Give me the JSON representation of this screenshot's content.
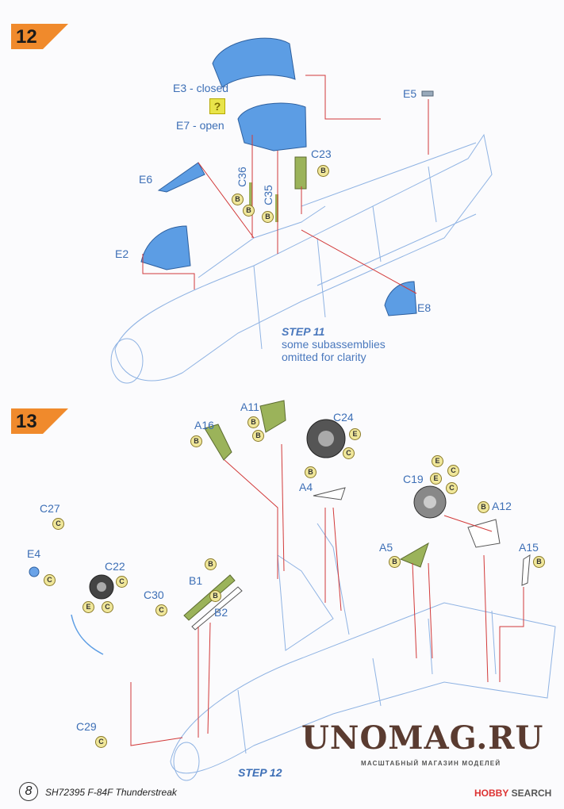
{
  "steps": [
    {
      "number": "12",
      "accent": "#f08a2c"
    },
    {
      "number": "13",
      "accent": "#f08a2c"
    }
  ],
  "step12": {
    "parts": {
      "e3": "E3 - closed",
      "e7": "E7 - open",
      "question": "?",
      "e5": "E5",
      "c23": "C23",
      "c36": "C36",
      "c35": "C35",
      "e6": "E6",
      "e2": "E2",
      "e8": "E8"
    },
    "note_title": "STEP 11",
    "note_line1": "some subassemblies",
    "note_line2": "omitted for clarity",
    "badges": [
      "B",
      "B",
      "B",
      "B"
    ]
  },
  "step13": {
    "parts": {
      "a11": "A11",
      "a16": "A16",
      "c24": "C24",
      "a4": "A4",
      "c19": "C19",
      "a12": "A12",
      "a5": "A5",
      "a15": "A15",
      "c27": "C27",
      "e4": "E4",
      "c22": "C22",
      "c30": "C30",
      "b1": "B1",
      "b2": "B2",
      "c29": "C29"
    },
    "badges": [
      "B",
      "B",
      "B",
      "E",
      "C",
      "E",
      "C",
      "B",
      "E",
      "C",
      "B",
      "B",
      "B",
      "C",
      "C",
      "C",
      "E",
      "C",
      "C",
      "B",
      "B",
      "C"
    ],
    "step_label": "STEP 12"
  },
  "footer": {
    "page": "8",
    "title": "SH72395  F-84F Thunderstreak",
    "brand_prefix": "HOBBY",
    "brand_suffix": " SEARCH"
  },
  "watermark": {
    "title": "UNOMAG.RU",
    "subtitle": "МАСШТАБНЫЙ МАГАЗИН МОДЕЛЕЙ"
  },
  "colors": {
    "line": "#6f9bd6",
    "part_blue": "#5c9de4",
    "part_green": "#9bb35a",
    "arrow": "#d23a3a"
  }
}
